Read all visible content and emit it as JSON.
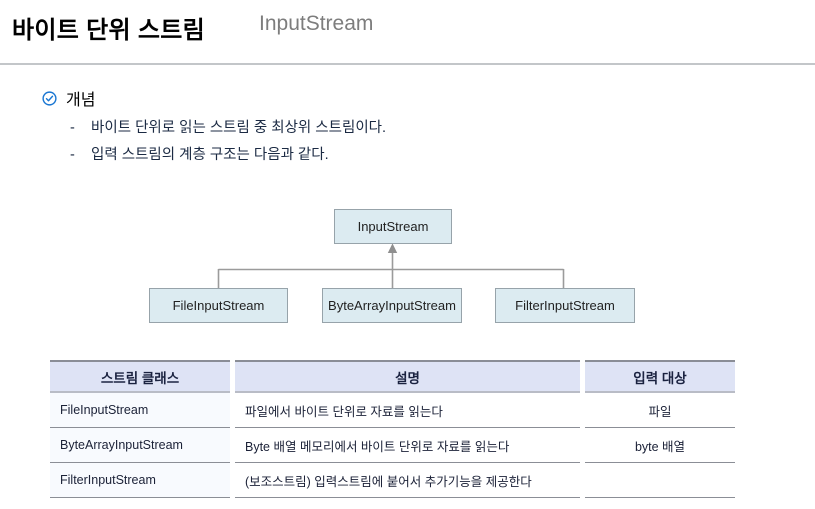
{
  "header": {
    "title": "바이트 단위 스트림",
    "subtitle": "InputStream"
  },
  "concept": {
    "icon": "check-circle-icon",
    "heading": "개념",
    "bullet_marker": "-",
    "bullets": [
      "바이트 단위로 읽는 스트림 중 최상위 스트림이다.",
      "입력 스트림의 계층 구조는 다음과 같다."
    ]
  },
  "diagram": {
    "root": "InputStream",
    "children": [
      "FileInputStream",
      "ByteArrayInputStream",
      "FilterInputStream"
    ],
    "arrow_direction": "up-to-root",
    "box_fill": "#dcebf1",
    "box_border": "#97a3aa",
    "connector_color": "#9b9b9b"
  },
  "table": {
    "headers": [
      "스트림 클래스",
      "설명",
      "입력 대상"
    ],
    "header_bg": "#dee3f5",
    "header_text": "#1a2240",
    "rows": [
      {
        "stream_class": "FileInputStream",
        "description": "파일에서 바이트 단위로 자료를 읽는다",
        "input_target": "파일"
      },
      {
        "stream_class": "ByteArrayInputStream",
        "description": "Byte 배열 메모리에서 바이트 단위로 자료를 읽는다",
        "input_target": "byte 배열"
      },
      {
        "stream_class": "FilterInputStream",
        "description": "(보조스트림) 입력스트림에 붙어서 추가기능을 제공한다",
        "input_target": ""
      }
    ]
  }
}
